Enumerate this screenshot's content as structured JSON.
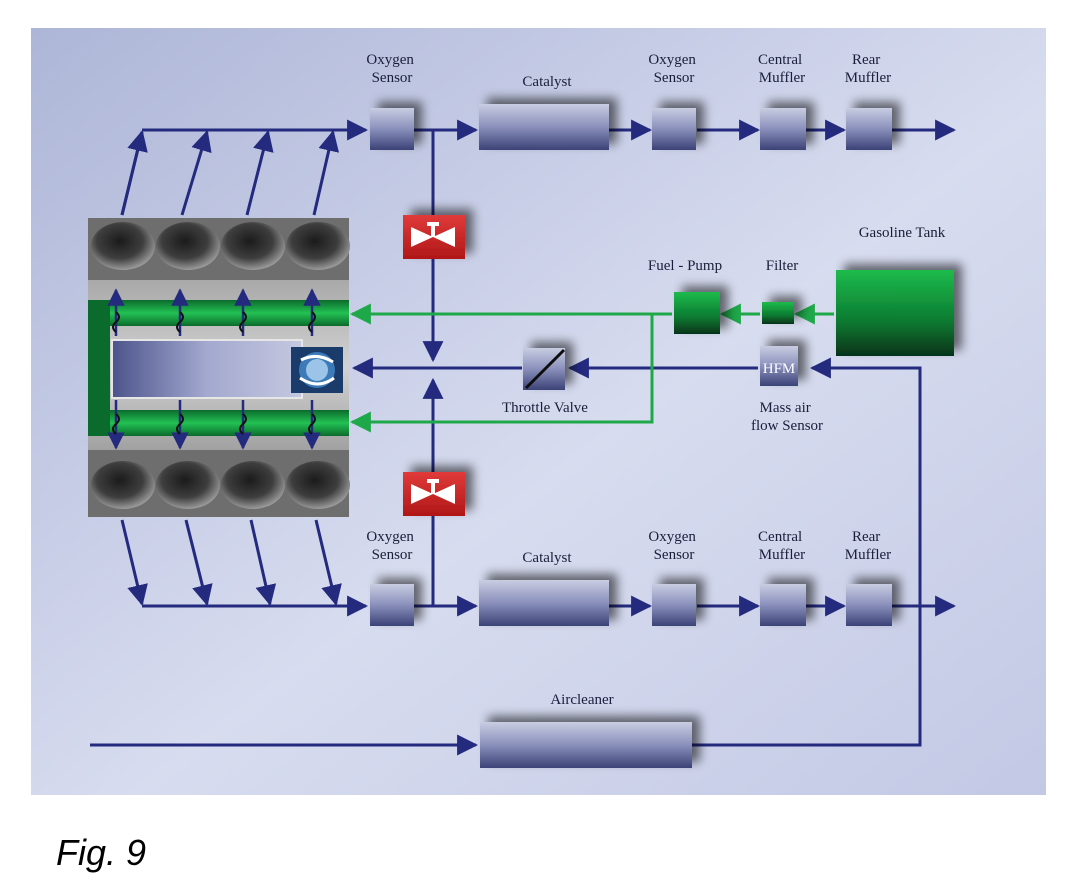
{
  "figure_label": "Fig. 9",
  "labels": {
    "top_oxygen_sensor_1": [
      "Oxygen",
      "Sensor"
    ],
    "top_catalyst": "Catalyst",
    "top_oxygen_sensor_2": [
      "Oxygen",
      "Sensor"
    ],
    "top_central_muffler": [
      "Central",
      "Muffler"
    ],
    "top_rear_muffler": [
      "Rear",
      "Muffler"
    ],
    "bottom_oxygen_sensor_1": [
      "Oxygen",
      "Sensor"
    ],
    "bottom_catalyst": "Catalyst",
    "bottom_oxygen_sensor_2": [
      "Oxygen",
      "Sensor"
    ],
    "bottom_central_muffler": [
      "Central",
      "Muffler"
    ],
    "bottom_rear_muffler": [
      "Rear",
      "Muffler"
    ],
    "gasoline_tank": "Gasoline Tank",
    "fuel_pump": "Fuel - Pump",
    "filter": "Filter",
    "hfm": "HFM",
    "mass_air_flow_sensor": [
      "Mass air",
      "flow Sensor"
    ],
    "throttle_valve": "Throttle Valve",
    "aircleaner": "Aircleaner"
  },
  "colors": {
    "background_panel": "#c8cde6",
    "exhaust_air_lines": "#242a7e",
    "fuel_lines": "#1fa84a",
    "valve": "#d62828",
    "tank": "#0e8c3a"
  }
}
